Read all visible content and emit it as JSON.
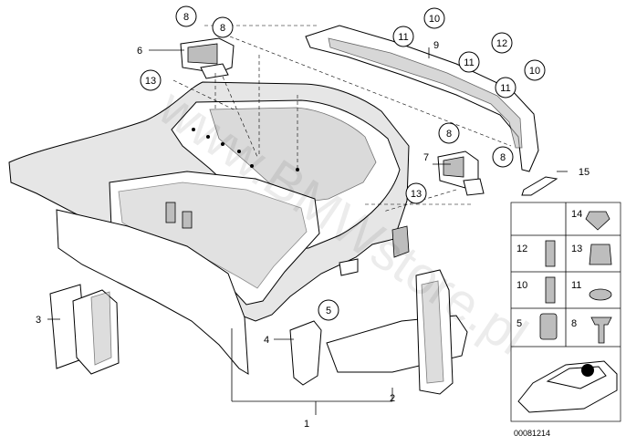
{
  "diagram": {
    "callouts": {
      "c1": "1",
      "c2": "2",
      "c3": "3",
      "c4": "4",
      "c5": "5",
      "c6": "6",
      "c7": "7",
      "c8a": "8",
      "c8b": "8",
      "c8c": "8",
      "c8d": "8",
      "c9": "9",
      "c10a": "10",
      "c10b": "10",
      "c11a": "11",
      "c11b": "11",
      "c11c": "11",
      "c12": "12",
      "c13a": "13",
      "c13b": "13",
      "c15": "15"
    },
    "legend": {
      "l14": "14",
      "l12": "12",
      "l13": "13",
      "l10": "10",
      "l11": "11",
      "l5": "5",
      "l8": "8"
    },
    "image_code": "00081214",
    "watermark": "www.BMWstore.pl"
  }
}
